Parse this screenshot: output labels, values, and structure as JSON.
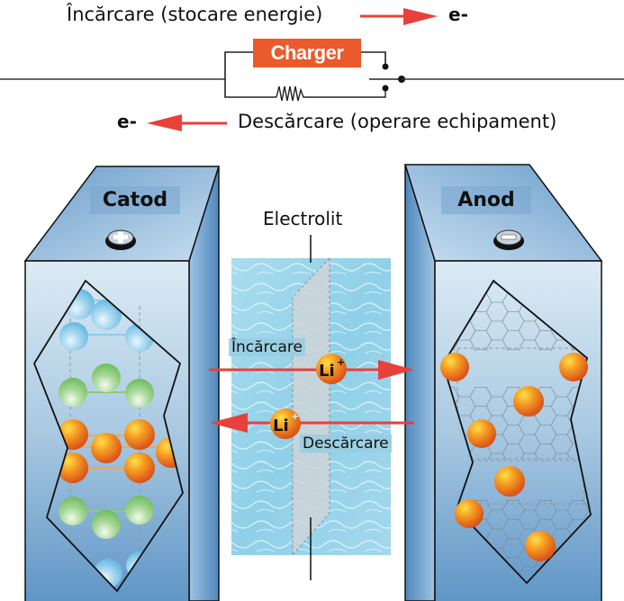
{
  "diagram": {
    "title_type": "Lithium-ion battery charge / discharge",
    "circuit": {
      "charge_label": "Încărcare (stocare energie)",
      "charge_electron": "e-",
      "discharge_label": "Descărcare (operare echipament)",
      "discharge_electron": "e-",
      "charger_label": "Charger",
      "resistor_icon": "resistor-icon",
      "switch_icon": "switch-icon"
    },
    "cathode": {
      "label": "Catod",
      "terminal_symbol": "+",
      "terminal_icon": "plus-terminal-icon"
    },
    "anode": {
      "label": "Anod",
      "terminal_symbol": "−",
      "terminal_icon": "minus-terminal-icon"
    },
    "electrolyte": {
      "label": "Electrolit",
      "charge_flow_label": "Încărcare",
      "discharge_flow_label": "Descărcare",
      "ion_charge": {
        "symbol": "Li",
        "charge": "+"
      },
      "ion_discharge": {
        "symbol": "Li",
        "charge": "+"
      }
    },
    "colors": {
      "arrow": "#e8403a",
      "charger": "#ea5a2c",
      "electrode_dark": "#4f88bd",
      "electrode_light": "#dbeaf3",
      "ion_orange": "#f07a1a",
      "atom_blue": "#8fcbe8",
      "atom_green": "#8cc97a",
      "water": "#9fd6ea"
    }
  }
}
